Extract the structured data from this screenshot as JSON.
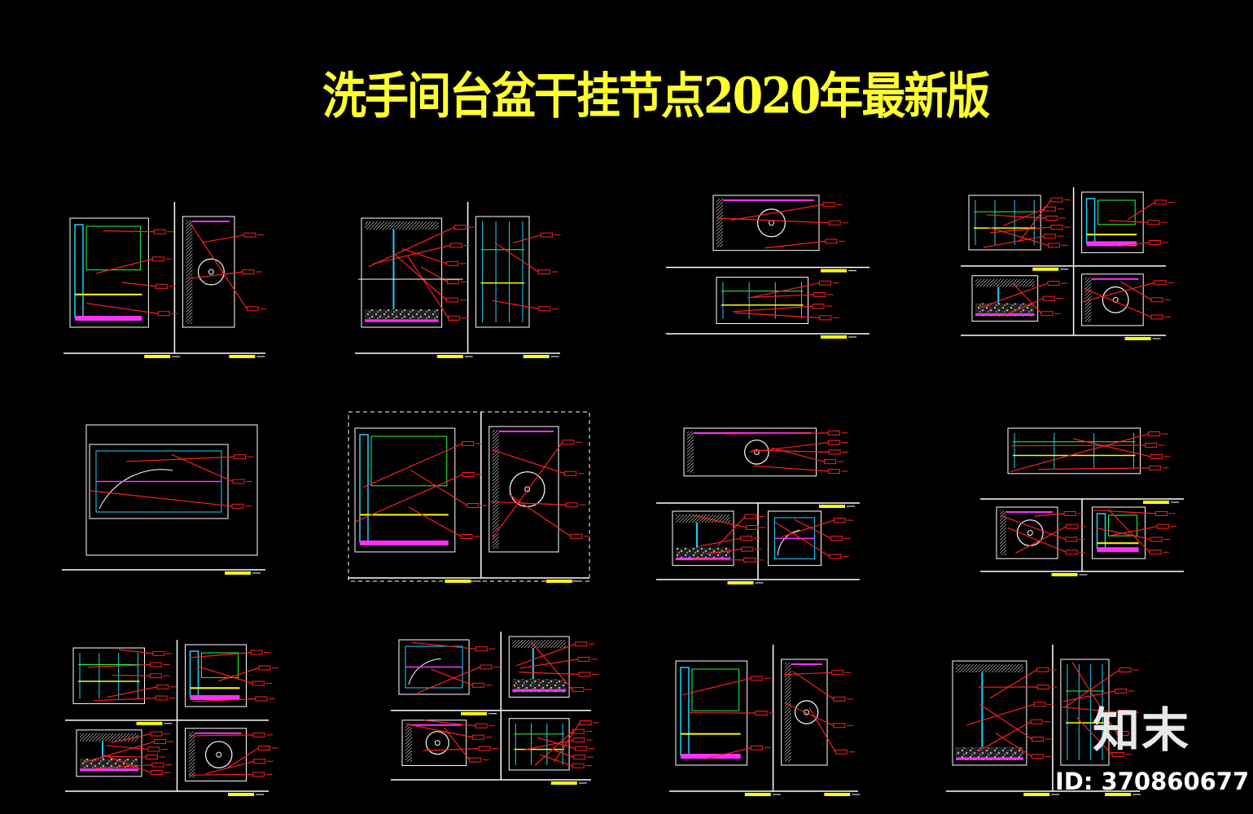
{
  "title": "洗手间台盆干挂节点2020年最新版",
  "brand_mark": "知末",
  "asset_id": "ID: 370860677",
  "colors": {
    "background": "#000000",
    "title": "#ffff30",
    "frame": "#ffffff",
    "accent_red": "#ff2020",
    "accent_cyan": "#20d0ff",
    "accent_yellow": "#ffff00",
    "accent_magenta": "#ff30ff",
    "accent_green": "#20ff40"
  }
}
